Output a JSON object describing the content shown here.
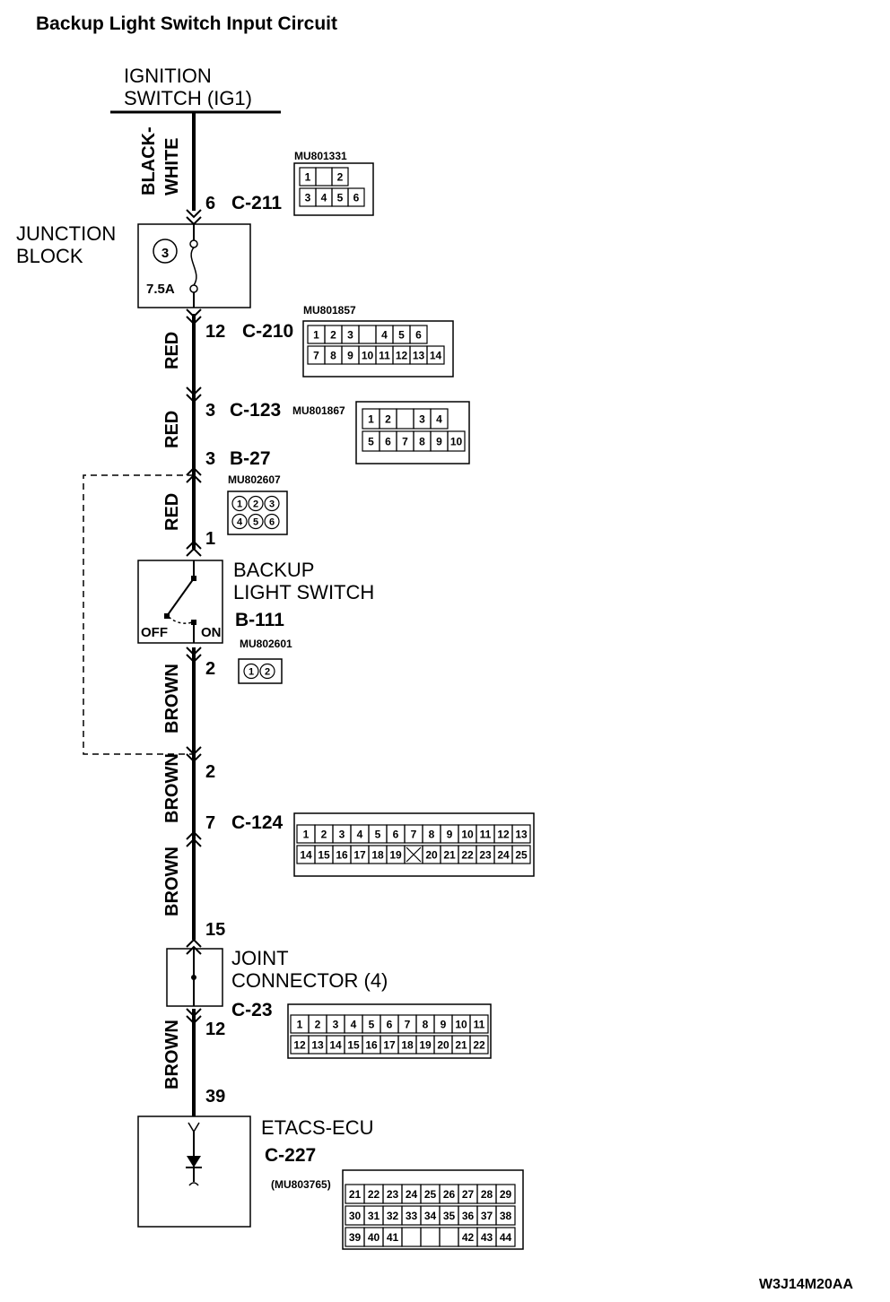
{
  "title": "Backup Light Switch Input Circuit",
  "ignition": {
    "line1": "IGNITION",
    "line2": "SWITCH (IG1)"
  },
  "junction_block": {
    "line1": "JUNCTION",
    "line2": "BLOCK",
    "fuse_no": "3",
    "fuse_rating": "7.5A"
  },
  "backup_switch": {
    "line1": "BACKUP",
    "line2": "LIGHT SWITCH",
    "id": "B-111",
    "off": "OFF",
    "on": "ON"
  },
  "joint_connector": {
    "line1": "JOINT",
    "line2": "CONNECTOR (4)",
    "id": "C-23"
  },
  "ecu": {
    "name": "ETACS-ECU",
    "id": "C-227"
  },
  "wires": {
    "black_white_1": "BLACK-",
    "black_white_2": "WHITE",
    "red": "RED",
    "brown": "BROWN"
  },
  "pins": {
    "c211": "6",
    "c210": "12",
    "c123": "3",
    "b27": "3",
    "sw_in": "1",
    "sw_out": "2",
    "split": "2",
    "c124": "7",
    "jc_in": "15",
    "jc_out": "12",
    "ecu": "39"
  },
  "connectors": {
    "c211": {
      "id": "C-211",
      "part": "MU801331",
      "row1": [
        "1",
        "",
        "2"
      ],
      "row2": [
        "3",
        "4",
        "5",
        "6"
      ]
    },
    "c210": {
      "id": "C-210",
      "part": "MU801857",
      "row1": [
        "1",
        "2",
        "3",
        "",
        "4",
        "5",
        "6"
      ],
      "row2": [
        "7",
        "8",
        "9",
        "10",
        "11",
        "12",
        "13",
        "14"
      ]
    },
    "c123": {
      "id": "C-123",
      "part": "MU801867",
      "row1": [
        "1",
        "2",
        "",
        "3",
        "4"
      ],
      "row2": [
        "5",
        "6",
        "7",
        "8",
        "9",
        "10"
      ]
    },
    "b27": {
      "id": "B-27",
      "part": "MU802607",
      "row1": [
        "1",
        "2",
        "3"
      ],
      "row2": [
        "4",
        "5",
        "6"
      ]
    },
    "b111": {
      "part": "MU802601",
      "row1": [
        "1",
        "2"
      ]
    },
    "c124": {
      "id": "C-124",
      "row1": [
        "1",
        "2",
        "3",
        "4",
        "5",
        "6",
        "7",
        "8",
        "9",
        "10",
        "11",
        "12",
        "13"
      ],
      "row2": [
        "14",
        "15",
        "16",
        "17",
        "18",
        "19",
        "",
        "20",
        "21",
        "22",
        "23",
        "24",
        "25"
      ]
    },
    "c23": {
      "row1": [
        "1",
        "2",
        "3",
        "4",
        "5",
        "6",
        "7",
        "8",
        "9",
        "10",
        "11"
      ],
      "row2": [
        "12",
        "13",
        "14",
        "15",
        "16",
        "17",
        "18",
        "19",
        "20",
        "21",
        "22"
      ]
    },
    "c227": {
      "part": "(MU803765)",
      "row1": [
        "21",
        "22",
        "23",
        "24",
        "25",
        "26",
        "27",
        "28",
        "29"
      ],
      "row2": [
        "30",
        "31",
        "32",
        "33",
        "34",
        "35",
        "36",
        "37",
        "38"
      ],
      "row3": [
        "39",
        "40",
        "41",
        "",
        "",
        "",
        "42",
        "43",
        "44"
      ]
    }
  },
  "figure_code": "W3J14M20AA"
}
